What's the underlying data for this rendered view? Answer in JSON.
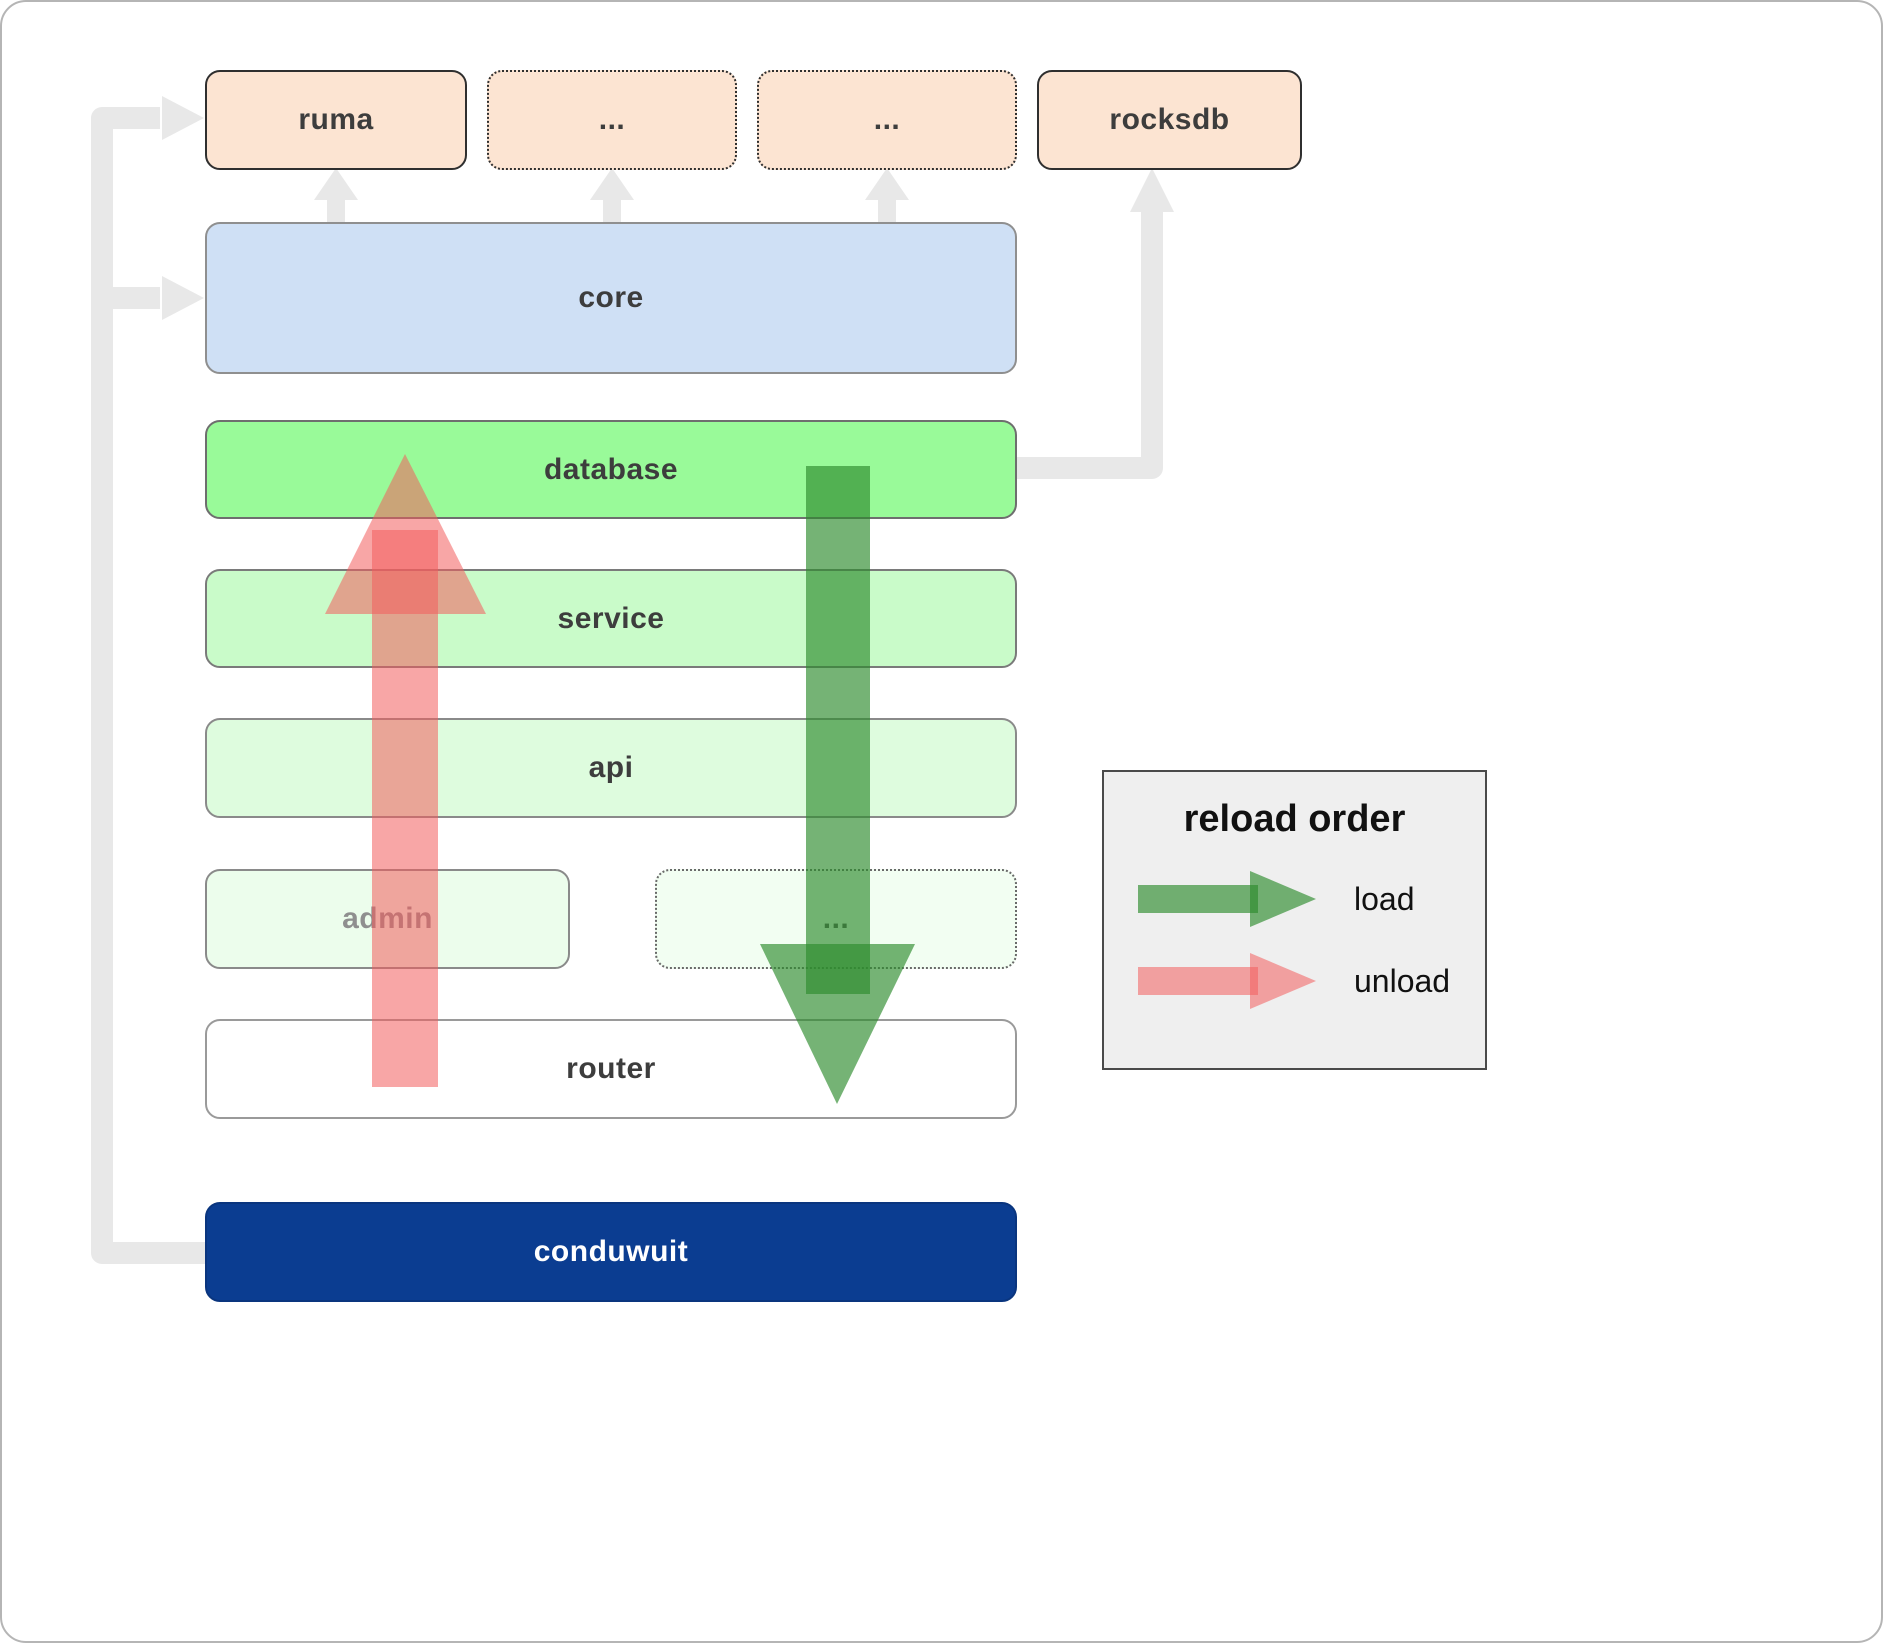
{
  "nodes": {
    "ruma": {
      "label": "ruma"
    },
    "dep_a": {
      "label": "..."
    },
    "dep_b": {
      "label": "..."
    },
    "rocksdb": {
      "label": "rocksdb"
    },
    "core": {
      "label": "core"
    },
    "database": {
      "label": "database"
    },
    "service": {
      "label": "service"
    },
    "api": {
      "label": "api"
    },
    "admin": {
      "label": "admin"
    },
    "more_services": {
      "label": "..."
    },
    "router": {
      "label": "router"
    },
    "conduwuit": {
      "label": "conduwuit"
    }
  },
  "legend": {
    "title": "reload order",
    "items": [
      {
        "label": "load",
        "color": "#2e8b2e"
      },
      {
        "label": "unload",
        "color": "#f25c5c"
      }
    ]
  },
  "colors": {
    "dependency_fill": "#fce4d2",
    "core_fill": "#cfe0f5",
    "database_fill": "#99fa99",
    "service_fill": "#c9fbc9",
    "api_fill": "#defcde",
    "admin_fill": "#ecfdec",
    "router_fill": "#ffffff",
    "conduwuit_fill": "#0b3d91",
    "load_arrow": "#2e8b2e",
    "unload_arrow": "#f25c5c",
    "connector": "#e8e8e8"
  }
}
